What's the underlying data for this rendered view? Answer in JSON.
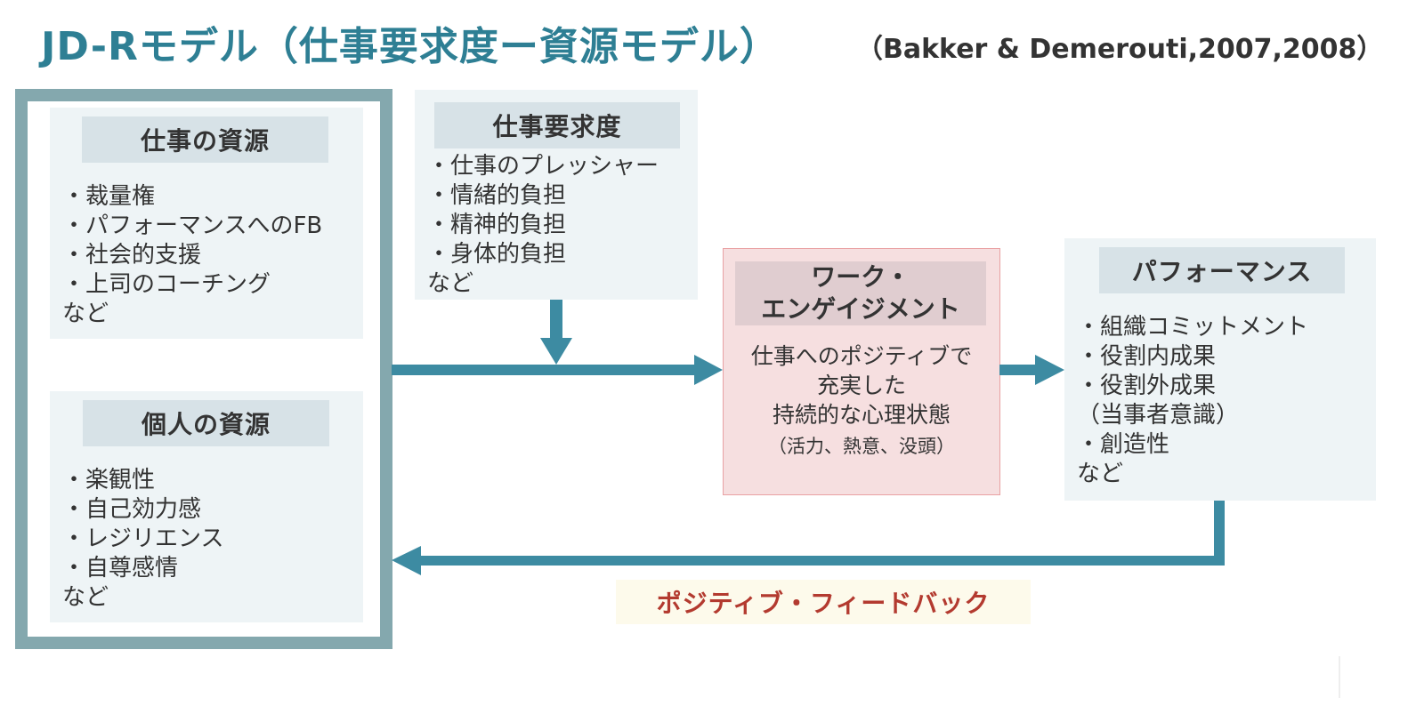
{
  "title": "JD-Rモデル（仕事要求度ー資源モデル）",
  "citation": "（Bakker & Demerouti,2007,2008）",
  "job_resources": {
    "header": "仕事の資源",
    "items": [
      "・裁量権",
      "・パフォーマンスへのFB",
      "・社会的支援",
      "・上司のコーチング"
    ],
    "etc": "など"
  },
  "personal_resources": {
    "header": "個人の資源",
    "items": [
      "・楽観性",
      "・自己効力感",
      "・レジリエンス",
      "・自尊感情"
    ],
    "etc": "など"
  },
  "job_demands": {
    "header": "仕事要求度",
    "items": [
      "・仕事のプレッシャー",
      "・情緒的負担",
      "・精神的負担",
      "・身体的負担"
    ],
    "etc": "など"
  },
  "work_engagement": {
    "header_line1": "ワーク・",
    "header_line2": "エンゲイジメント",
    "desc_line1": "仕事へのポジティブで",
    "desc_line2": "充実した",
    "desc_line3": "持続的な心理状態",
    "note": "（活力、熱意、没頭）"
  },
  "performance": {
    "header": "パフォーマンス",
    "items": [
      "・組織コミットメント",
      "・役割内成果",
      "・役割外成果",
      "（当事者意識）",
      "・創造性"
    ],
    "etc": "など"
  },
  "feedback_label": "ポジティブ・フィードバック",
  "colors": {
    "title": "#2e7f94",
    "arrow": "#3d8ba2",
    "frame": "#84a8ae",
    "engagement_fill": "#f6dfe0",
    "feedback_text": "#b33a2f"
  }
}
